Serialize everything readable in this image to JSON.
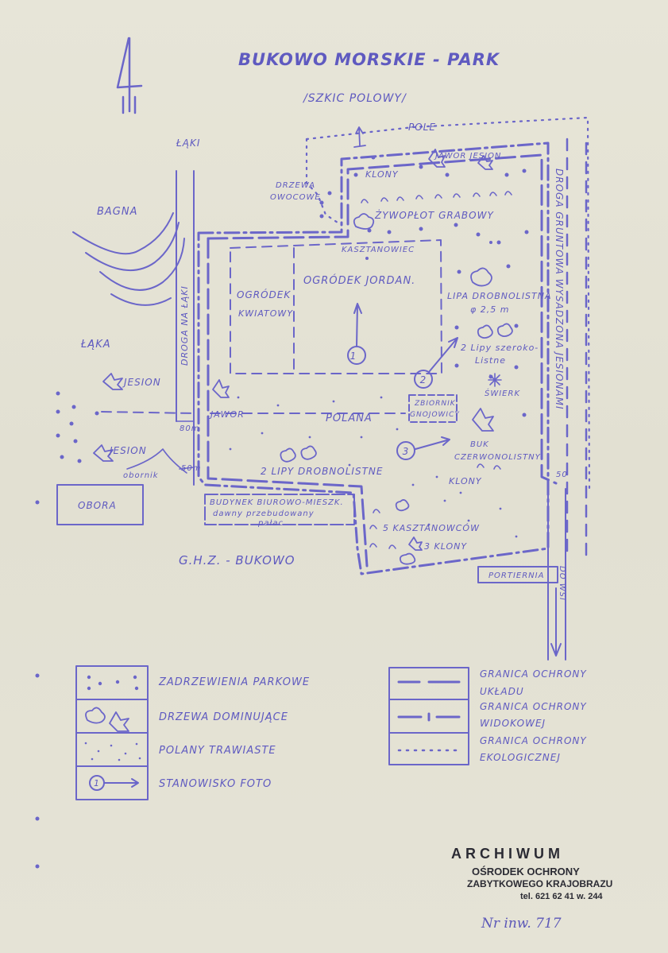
{
  "title": "BUKOWO MORSKIE - PARK",
  "subtitle": "/SZKIC POLOWY/",
  "north_mark": "4",
  "map_labels": {
    "pole": "POLE",
    "laki": "ŁĄKI",
    "bagna": "BAGNA",
    "laka": "ŁĄKA",
    "droga_na_laki": "DROGA NA ŁĄKI",
    "drzewa_owocowe_1": "DRZEWA",
    "drzewa_owocowe_2": "OWOCOWE",
    "klony_top": "KLONY",
    "jawor_jesion": "JAWOR JESION",
    "zywoplot": "ŻYWOPŁOT GRABOWY",
    "kasztanowiec": "KASZTANOWIEC",
    "ogrodek_kwiatowy_1": "OGRÓDEK",
    "ogrodek_kwiatowy_2": "KWIATOWY",
    "ogrodek_jordan": "OGRÓDEK JORDAN.",
    "lipa_1": "LIPA DROBNOLISTNA",
    "lipa_2": "φ 2,5 m",
    "lipy_szer_1": "2 Lipy szeroko-",
    "lipy_szer_2": "Listne",
    "swierk": "ŚWIERK",
    "zbiornik_1": "ZBIORNIK",
    "zbiornik_2": "GNOJOWICY",
    "jesion_1": "JESION",
    "jesion_2": "JESION",
    "jawor": "JAWOR",
    "polana": "POLANA",
    "buk_1": "BUK",
    "buk_2": "CZERWONOLISTNY",
    "klony_mid": "KLONY",
    "lipy_drob": "2 LIPY DROBNOLISTNE",
    "obornik": "obornik",
    "dist_80": "80m",
    "dist_50": "50m",
    "dist_50b": "50",
    "obora": "OBORA",
    "budynek_1": "BUDYNEK BIUROWO-MIESZK.",
    "budynek_2": "dawny przebudowany",
    "budynek_3": "pałac",
    "kasztanowcow": "5 KASZTANOWCÓW",
    "klony_3": "3 KLONY",
    "ghz": "G.H.Z. - BUKOWO",
    "portiernia": "PORTIERNIA",
    "do_wsi": "DO WSI",
    "droga_gruntowa": "DROGA GRUNTOWA WYSADZONA JESIONAMI",
    "photo_1": "1",
    "photo_2": "2",
    "photo_3": "3"
  },
  "legend": {
    "left": [
      {
        "label": "ZADRZEWIENIA PARKOWE"
      },
      {
        "label": "DRZEWA DOMINUJĄCE"
      },
      {
        "label": "POLANY TRAWIASTE"
      },
      {
        "label": "STANOWISKO FOTO",
        "symbol_text": "1"
      }
    ],
    "right": [
      {
        "label_1": "GRANICA OCHRONY",
        "label_2": "UKŁADU"
      },
      {
        "label_1": "GRANICA OCHRONY",
        "label_2": "WIDOKOWEJ"
      },
      {
        "label_1": "GRANICA OCHRONY",
        "label_2": "EKOLOGICZNEJ"
      }
    ]
  },
  "stamp": {
    "line1": "ARCHIWUM",
    "line2": "OŚRODEK OCHRONY",
    "line3": "ZABYTKOWEGO KRAJOBRAZU",
    "line4": "tel. 621 62 41 w. 244"
  },
  "inventory": "Nr inw. 717",
  "colors": {
    "ink": "#6b66c9",
    "paper": "#e4e2d4",
    "stamp": "#2b2b34"
  }
}
